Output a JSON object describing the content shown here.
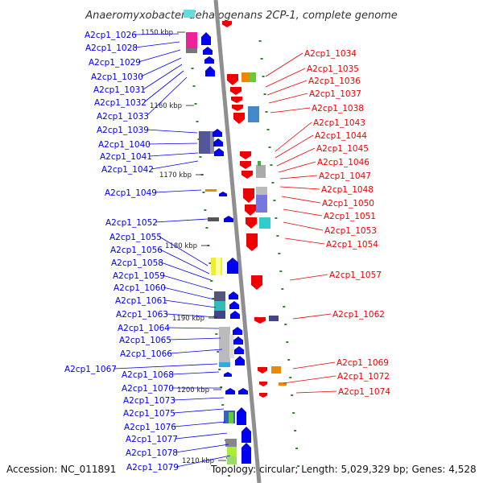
{
  "title": "Anaeromyxobacter dehalogenans 2CP-1, complete genome",
  "footer": {
    "accession": "Accession: NC_011891",
    "topology": "Topology: circular; Length: 5,029,329 bp; Genes: 4,528"
  },
  "colors": {
    "forward": "#0000ee",
    "reverse": "#ee0000",
    "backbone": "#999999",
    "tick": "#1a8a1a"
  },
  "ticks": [
    "1150 kbp",
    "1160 kbp",
    "1170 kbp",
    "1180 kbp",
    "1190 kbp",
    "1200 kbp",
    "1210 kbp"
  ],
  "forward_genes": [
    "A2cp1_1026",
    "A2cp1_1028",
    "A2cp1_1029",
    "A2cp1_1030",
    "A2cp1_1031",
    "A2cp1_1032",
    "A2cp1_1033",
    "A2cp1_1039",
    "A2cp1_1040",
    "A2cp1_1041",
    "A2cp1_1042",
    "A2cp1_1049",
    "A2cp1_1052",
    "A2cp1_1055",
    "A2cp1_1056",
    "A2cp1_1058",
    "A2cp1_1059",
    "A2cp1_1060",
    "A2cp1_1061",
    "A2cp1_1063",
    "A2cp1_1064",
    "A2cp1_1065",
    "A2cp1_1066",
    "A2cp1_1067",
    "A2cp1_1068",
    "A2cp1_1070",
    "A2cp1_1073",
    "A2cp1_1075",
    "A2cp1_1076",
    "A2cp1_1077",
    "A2cp1_1078",
    "A2cp1_1079"
  ],
  "reverse_genes": [
    "A2cp1_1034",
    "A2cp1_1035",
    "A2cp1_1036",
    "A2cp1_1037",
    "A2cp1_1038",
    "A2cp1_1043",
    "A2cp1_1044",
    "A2cp1_1045",
    "A2cp1_1046",
    "A2cp1_1047",
    "A2cp1_1048",
    "A2cp1_1050",
    "A2cp1_1051",
    "A2cp1_1053",
    "A2cp1_1054",
    "A2cp1_1057",
    "A2cp1_1062",
    "A2cp1_1069",
    "A2cp1_1072",
    "A2cp1_1074"
  ]
}
